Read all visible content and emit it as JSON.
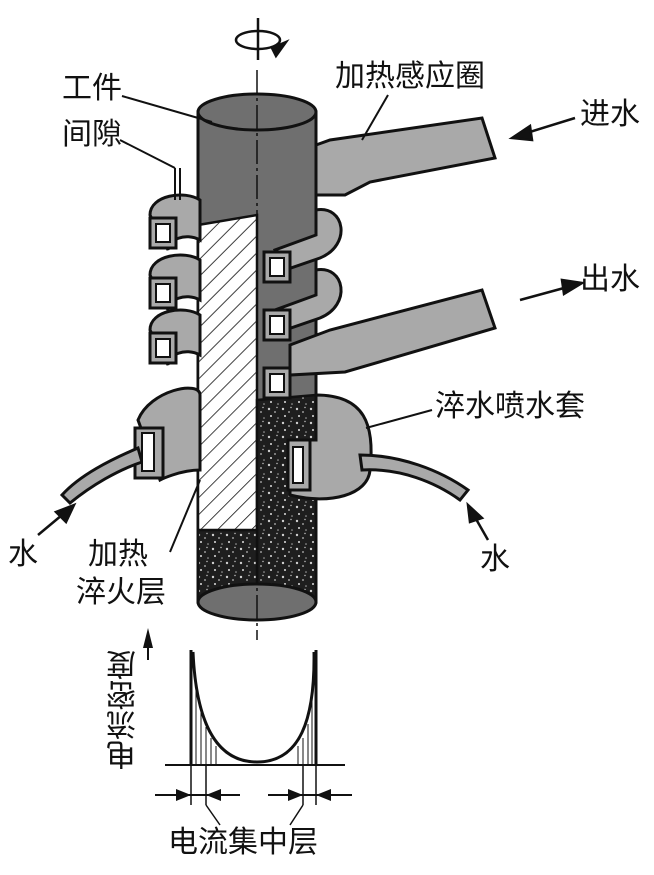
{
  "labels": {
    "workpiece": "工件",
    "gap": "间隙",
    "heating_coil": "加热感应圈",
    "water_in": "进水",
    "water_out": "出水",
    "quench_jacket": "淬水喷水套",
    "water_left": "水",
    "water_right": "水",
    "heated_layer_line1": "加热",
    "heated_layer_line2": "淬火层",
    "current_density": "电流密度",
    "current_layer": "电流集中层"
  },
  "colors": {
    "workpiece": "#6f6f6f",
    "coil": "#a9a9a9",
    "dark_layer": "#222222",
    "outline": "#111111",
    "background": "#ffffff"
  }
}
